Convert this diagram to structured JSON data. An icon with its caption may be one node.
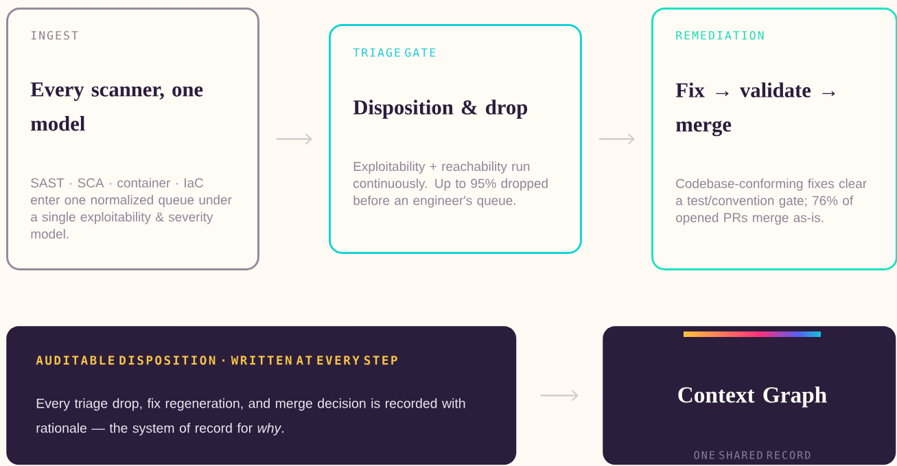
{
  "diagram": {
    "nodes": [
      {
        "text": [
          "INGEST",
          "Every scanner, one model",
          "SAST · SCA · container · IaC enter one normalized queue under a single exploitability & severity model."
        ]
      },
      {
        "text": [
          "TRIAGE GATE",
          "Disposition & drop",
          "Exploitability + reachability run continuously. Up to 95% dropped before an engineer's queue."
        ]
      },
      {
        "text": [
          "REMEDIATION",
          "Fix → validate → merge",
          "Codebase-conforming fixes clear a test/convention gate; 76% of opened PRs merge as-is."
        ]
      },
      {
        "text": [
          "AUDITABLE DISPOSITION · WRITTEN AT EVERY STEP",
          "Every triage drop, fix regeneration, and merge decision is recorded with rationale — the system of record for *why*."
        ]
      },
      {
        "text": [
          "Context Graph",
          "ONE SHARED RECORD"
        ]
      }
    ],
    "edges": [
      {
        "from": 0,
        "to": 1,
        "arrow": "to"
      },
      {
        "from": 1,
        "to": 2,
        "arrow": "to"
      },
      {
        "from": 3,
        "to": 4,
        "arrow": "to"
      }
    ]
  }
}
